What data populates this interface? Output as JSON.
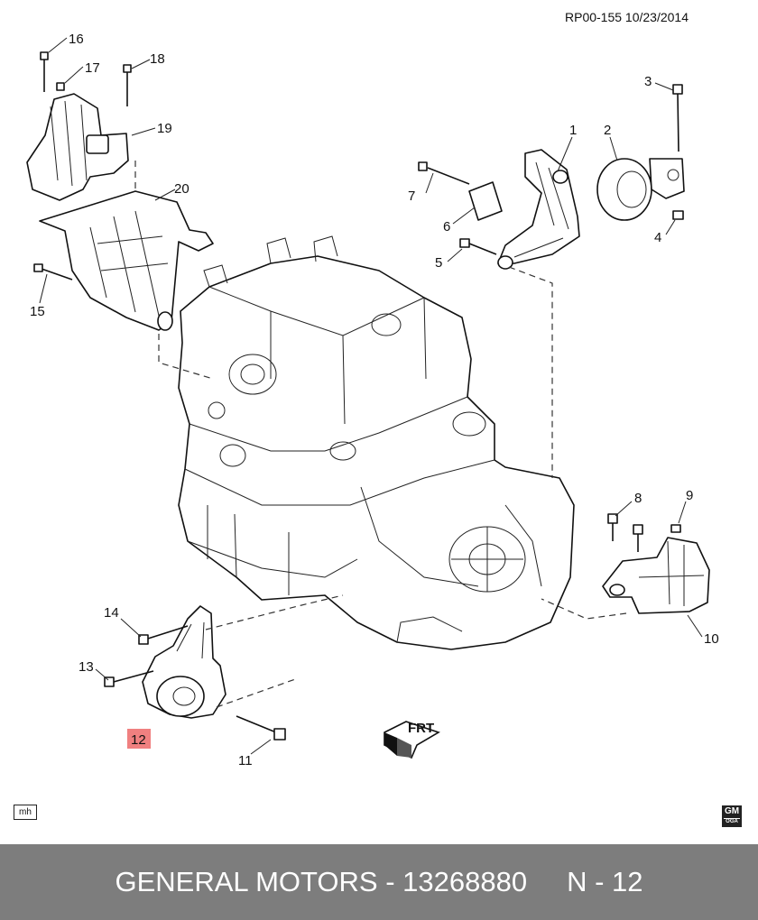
{
  "header": {
    "ref_code": "RP00-155  10/23/2014"
  },
  "callouts": [
    "1",
    "2",
    "3",
    "4",
    "5",
    "6",
    "7",
    "8",
    "9",
    "10",
    "11",
    "12",
    "13",
    "14",
    "15",
    "16",
    "17",
    "18",
    "19",
    "20"
  ],
  "highlight": {
    "label": "12",
    "color": "#f08080"
  },
  "front_arrow": "FRT",
  "corner_mark": "mh",
  "logo": {
    "text": "GM",
    "sub": "OGA"
  },
  "footer": {
    "brand_part": "GENERAL MOTORS - 13268880",
    "page": "N - 12",
    "background": "#7d7d7d"
  }
}
